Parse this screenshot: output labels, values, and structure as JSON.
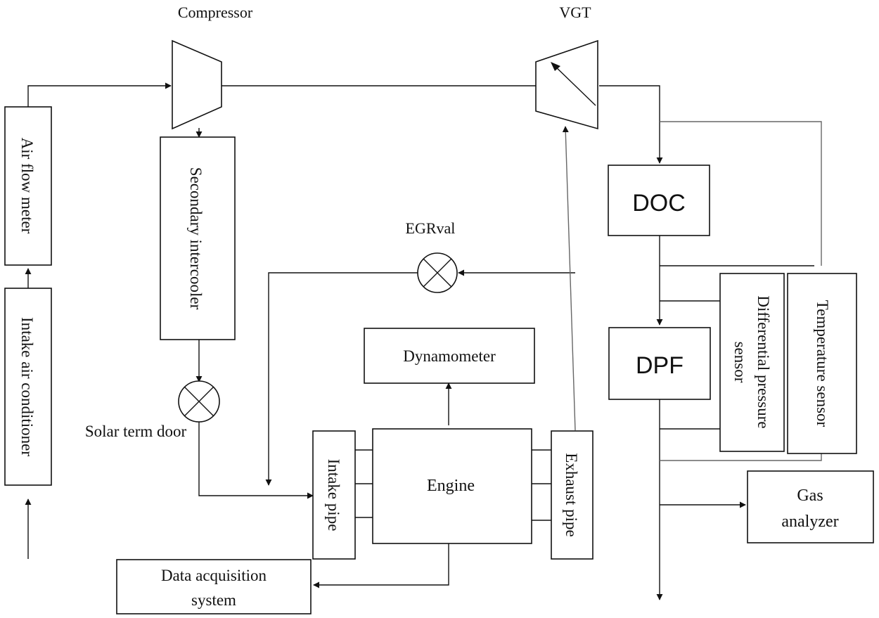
{
  "labels": {
    "compressor": "Compressor",
    "vgt": "VGT",
    "air_flow_meter": "Air flow meter",
    "intake_air_conditioner": "Intake air conditioner",
    "secondary_intercooler": "Secondary intercooler",
    "egr_valve": "EGRval",
    "solar_term_door": "Solar term door",
    "dynamometer": "Dynamometer",
    "engine": "Engine",
    "intake_pipe": "Intake pipe",
    "exhaust_pipe": "Exhaust pipe",
    "doc": "DOC",
    "dpf": "DPF",
    "differential_pressure_sensor_line1": "Differential pressure",
    "differential_pressure_sensor_line2": "sensor",
    "temperature_sensor": "Temperature sensor",
    "gas_analyzer_line1": "Gas",
    "gas_analyzer_line2": "analyzer",
    "data_acquisition_line1": "Data acquisition",
    "data_acquisition_line2": "system"
  }
}
